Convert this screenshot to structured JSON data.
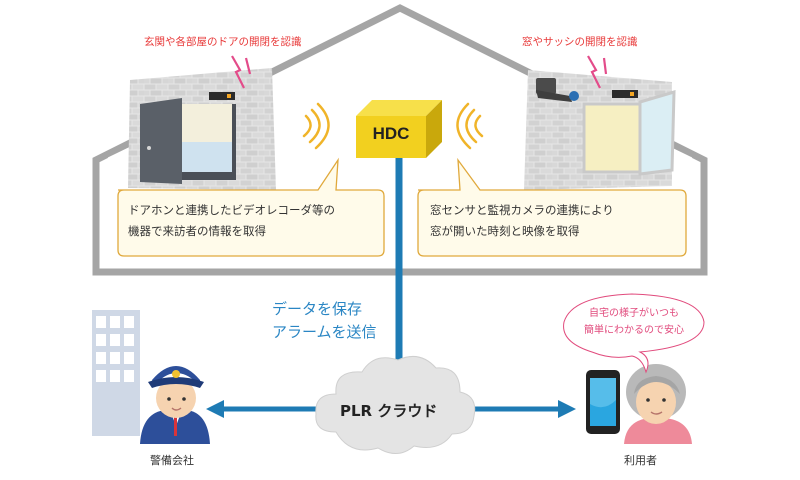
{
  "house": {
    "door_caption": "玄関や各部屋のドアの開閉を認識",
    "window_caption": "窓やサッシの開閉を認識",
    "hub_label": "HDC",
    "door_bubble": [
      "ドアホンと連携したビデオレコーダ等の",
      "機器で来訪者の情報を取得"
    ],
    "window_bubble": [
      "窓センサと監視カメラの連携により",
      "窓が開いた時刻と映像を取得"
    ]
  },
  "flow": {
    "caption_lines": [
      "データを保存",
      "アラームを送信"
    ],
    "cloud_label": "PLR クラウド"
  },
  "security": {
    "label": "警備会社"
  },
  "user": {
    "label": "利用者",
    "speech": [
      "自宅の様子がいつも",
      "簡単にわかるので安心"
    ]
  },
  "colors": {
    "house_outline": "#a5a5a5",
    "arrow": "#1e7bb4",
    "bubble_fill": "#fffbea",
    "bubble_stroke": "#e0a93c",
    "hub_fill": "#f2d01f",
    "caption_red": "#e83a3a",
    "flow_text": "#2a86c4"
  }
}
